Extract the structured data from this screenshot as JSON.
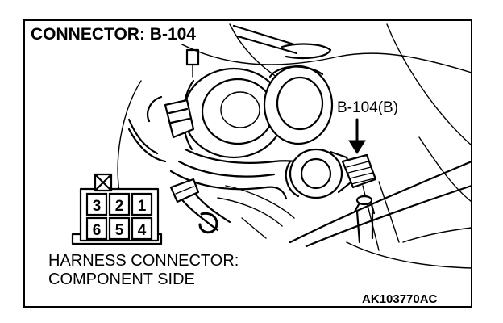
{
  "title": "CONNECTOR: B-104",
  "callout": "B-104(B)",
  "harness_label": [
    "HARNESS CONNECTOR:",
    "COMPONENT SIDE"
  ],
  "reference_code": "AK103770AC",
  "pinout": {
    "top_row": [
      "3",
      "2",
      "1"
    ],
    "bottom_row": [
      "6",
      "5",
      "4"
    ]
  }
}
